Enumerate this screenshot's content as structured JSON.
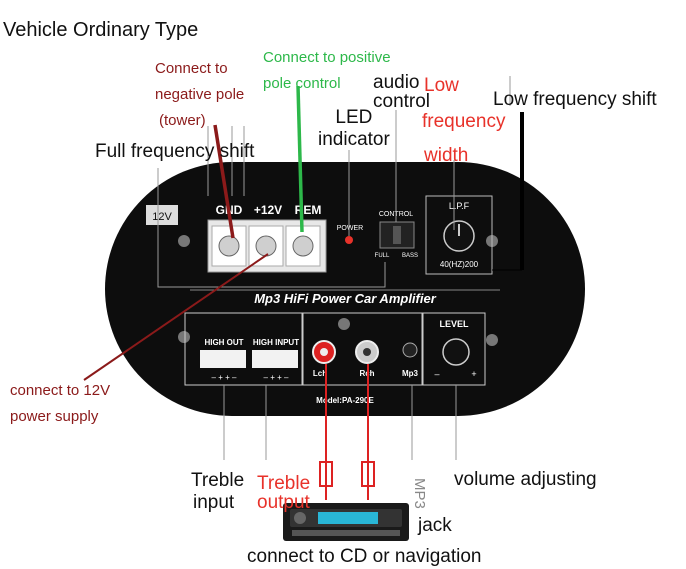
{
  "title": "Vehicle Ordinary Type",
  "labels": {
    "neg_pole": [
      "Connect to",
      "negative pole",
      "(tower)"
    ],
    "pos_pole": [
      "Connect to positive",
      "pole control"
    ],
    "audio_control": [
      "audio",
      "control"
    ],
    "low_freq_width": [
      "Low",
      "frequency",
      "width"
    ],
    "low_freq_shift": "Low frequency shift",
    "led_indicator": [
      "LED",
      "indicator"
    ],
    "full_freq_shift": "Full frequency shift",
    "power_12v": [
      "connect to 12V",
      "power supply"
    ],
    "treble_input": [
      "Treble",
      "input"
    ],
    "treble_output": [
      "Treble",
      "output"
    ],
    "mp3_vertical": "MP3",
    "volume_adjusting": "volume adjusting",
    "jack": "jack",
    "connect_cd": "connect to CD or navigation"
  },
  "panel": {
    "voltage": "12V",
    "terminals": [
      "GND",
      "+12V",
      "REM"
    ],
    "power": "POWER",
    "control": "CONTROL",
    "full": "FULL",
    "bass": "BASS",
    "lpf": "L.P.F",
    "lpf_range": "40(HZ)200",
    "brand": "Mp3 HiFi Power Car Amplifier",
    "high_out": "HIGH OUT",
    "high_input": "HIGH INPUT",
    "polarity": "– + + –",
    "lch": "Lch",
    "rch": "Rch",
    "mp3": "Mp3",
    "level": "LEVEL",
    "minus": "–",
    "plus": "+",
    "model": "Model:PA-290E"
  },
  "colors": {
    "dark_red": "#8b1a1a",
    "red": "#e8322a",
    "green": "#2db84a",
    "black": "#000000"
  }
}
